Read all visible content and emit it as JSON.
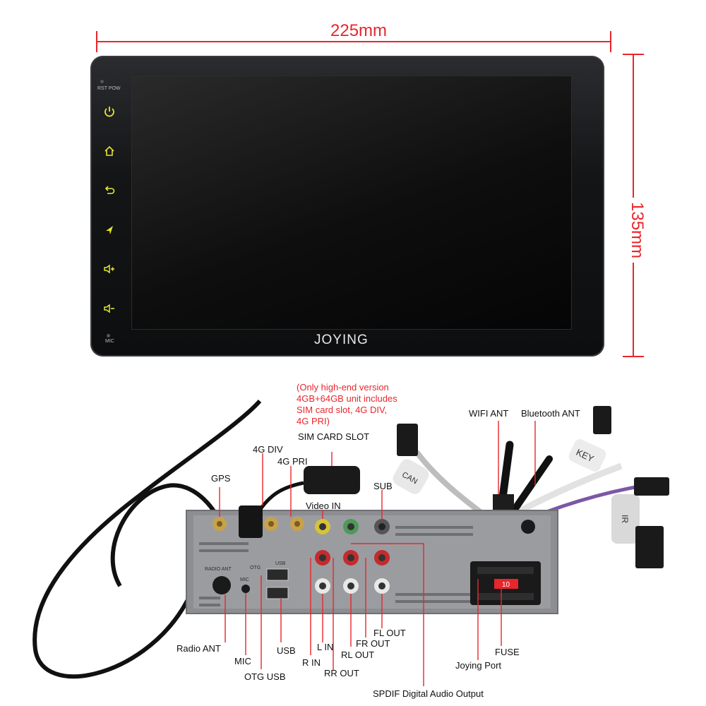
{
  "dimensions": {
    "width": "225mm",
    "height": "135mm"
  },
  "unit": {
    "brand": "JOYING",
    "top_left_labels": "RST POW",
    "mic_label": "MIC",
    "side_buttons": [
      "power-icon",
      "home-icon",
      "back-icon",
      "navigation-icon",
      "volume-up-icon",
      "volume-down-icon"
    ],
    "button_color": "#e6e62e"
  },
  "note": {
    "line1": "(Only high-end version",
    "line2": "4GB+64GB unit includes",
    "line3": "SIM card slot, 4G DIV,",
    "line4": "4G PRI)"
  },
  "labels": {
    "sim_card_slot": "SIM CARD SLOT",
    "div_4g": "4G DIV",
    "pri_4g": "4G PRI",
    "gps": "GPS",
    "video_in": "Video IN",
    "sub": "SUB",
    "wifi_ant": "WIFI ANT",
    "bluetooth_ant": "Bluetooth ANT",
    "radio_ant": "Radio ANT",
    "mic": "MIC",
    "otg_usb": "OTG USB",
    "usb": "USB",
    "r_in": "R IN",
    "l_in": "L IN",
    "rr_out": "RR OUT",
    "rl_out": "RL OUT",
    "fr_out": "FR OUT",
    "fl_out": "FL OUT",
    "spdif": "SPDIF Digital Audio Output",
    "joying_port": "Joying Port",
    "fuse": "FUSE",
    "can_tag": "CAN",
    "key_tag": "KEY",
    "ir_tag": "IR",
    "fuse_value": "10",
    "radio_ant_plate": "RADIO ANT",
    "otg_plate": "OTG",
    "mic_plate": "MIC",
    "usb_plate": "USB"
  },
  "colors": {
    "dimension_line": "#e8262b",
    "accent_red": "#e8262b",
    "body_gray": "#8d8e92"
  }
}
